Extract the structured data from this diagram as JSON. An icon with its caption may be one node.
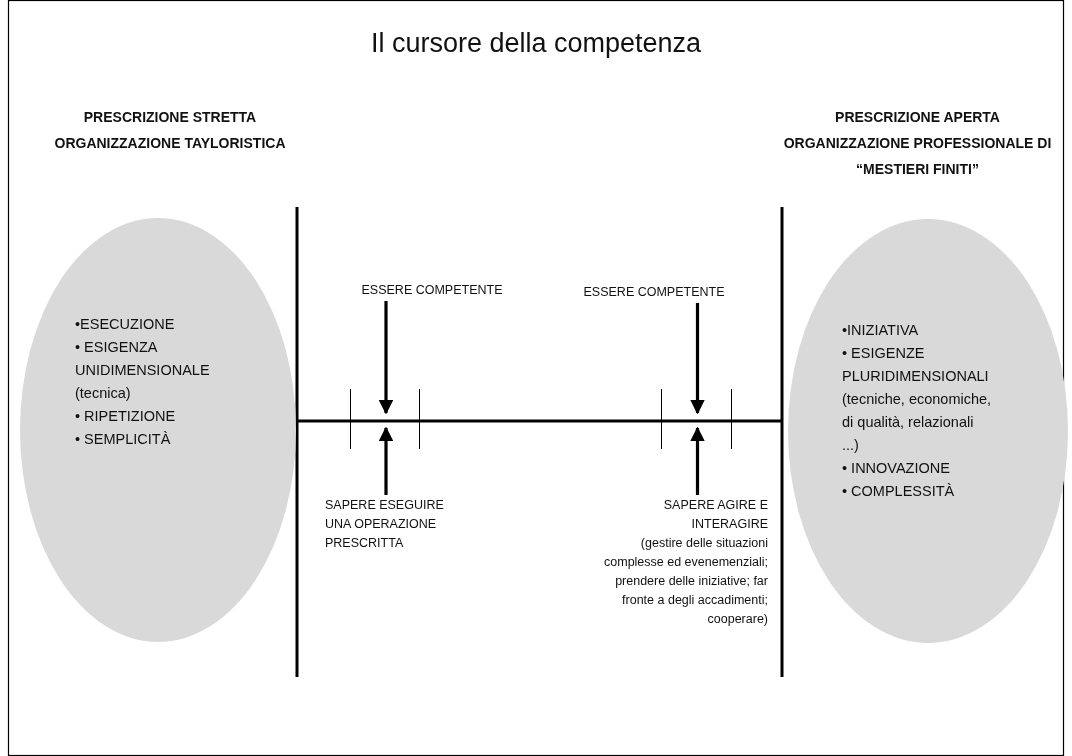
{
  "diagram": {
    "title": "Il cursore della competenza",
    "nodes": [
      {
        "text": [
          "•ESECUZIONE",
          "• ESIGENZA UNIDIMENSIONALE (tecnica)",
          "• RIPETIZIONE",
          "• SEMPLICITÀ"
        ]
      },
      {
        "text": [
          "•INIZIATIVA",
          "• ESIGENZE PLURIDIMENSIONALI (tecniche, economiche, di qualità, relazionali ...)",
          "• INNOVAZIONE",
          "• COMPLESSITÀ"
        ]
      },
      {
        "text": [
          "ESSERE COMPETENTE"
        ]
      },
      {
        "text": [
          "ESSERE COMPETENTE"
        ]
      },
      {
        "text": [],
        "shape": "bar"
      },
      {
        "text": [],
        "shape": "bar"
      },
      {
        "text": [
          "SAPERE ESEGUIRE UNA OPERAZIONE PRESCRITTA"
        ]
      },
      {
        "text": [
          "SAPERE AGIRE E INTERAGIRE",
          "(gestire delle situazioni complesse ed evenemenziali; prendere delle iniziative; far fronte a degli accadimenti; cooperare)"
        ]
      }
    ],
    "edges": [
      {
        "from": 2,
        "to": 4,
        "arrow": "to"
      },
      {
        "from": 6,
        "to": 4,
        "arrow": "to"
      },
      {
        "from": 3,
        "to": 5,
        "arrow": "to"
      },
      {
        "from": 7,
        "to": 5,
        "arrow": "to"
      }
    ],
    "labels": [
      "PRESCRIZIONE STRETTA",
      "ORGANIZZAZIONE TAYLORISTICA",
      "PRESCRIZIONE APERTA",
      "ORGANIZZAZIONE PROFESSIONALE DI “MESTIERI FINITI”"
    ]
  }
}
